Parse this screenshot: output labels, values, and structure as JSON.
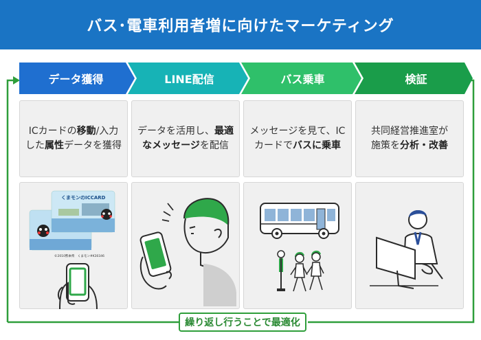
{
  "title": "バス･電車利用者増に向けたマーケティング",
  "steps": [
    {
      "label": "データ獲得",
      "color": "#1f6fd0"
    },
    {
      "label": "LINE配信",
      "color": "#17b3b6"
    },
    {
      "label": "バス乗車",
      "color": "#2fc06a"
    },
    {
      "label": "検証",
      "color": "#1a9d4a"
    }
  ],
  "descriptions": [
    {
      "line1_a": "ICカードの",
      "line1_b": "移動",
      "line1_c": "/入力",
      "line2_a": "した",
      "line2_b": "属性",
      "line2_c": "データを獲得"
    },
    {
      "line1_a": "データを活用し、",
      "line1_b": "最適",
      "line2_a": "なメッセージ",
      "line2_b": "を配信"
    },
    {
      "line1_a": "メッセージを見て、IC",
      "line2_a": "カードで",
      "line2_b": "バスに乗車"
    },
    {
      "line1_a": "共同経営推進室が",
      "line2_a": "施策を",
      "line2_b": "分析・改善"
    }
  ],
  "ic_card": {
    "brand": "くまモンのICCARD",
    "copyright": "©2010熊本県　くまモン#K30346"
  },
  "loop_label": "繰り返し行うことで最適化",
  "accent_green": "#2e9e3a"
}
